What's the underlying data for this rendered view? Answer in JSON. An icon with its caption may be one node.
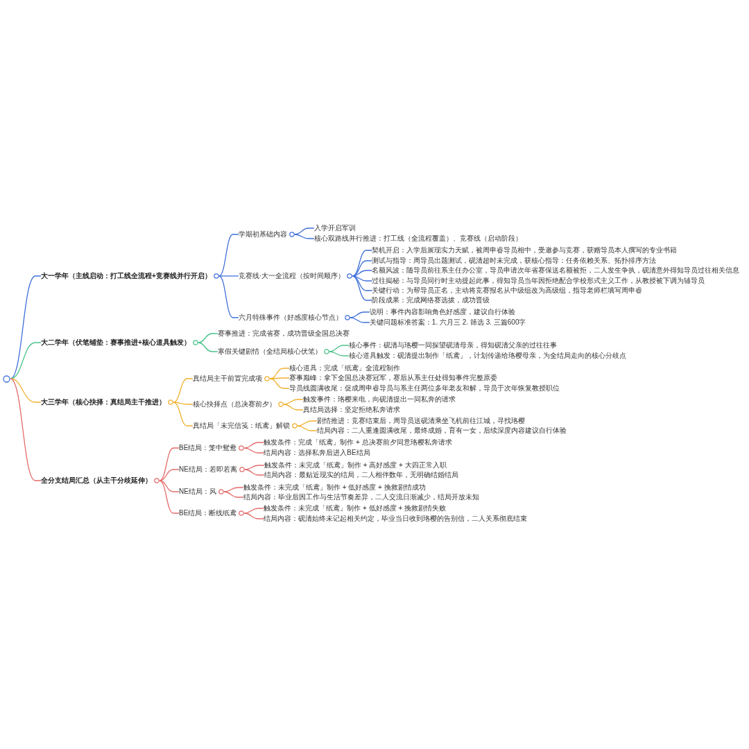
{
  "diagram": {
    "nodes": [
      {
        "text": [],
        "shape": "circle"
      },
      {
        "text": [
          "大一学年（主线启动：打工线全流程+竞赛线并行开启）"
        ]
      },
      {
        "text": [
          "学期初基础内容"
        ]
      },
      {
        "text": [
          "入学开启军训"
        ]
      },
      {
        "text": [
          "核心双路线并行推进：打工线（全流程覆盖）、竞赛线（启动阶段）"
        ]
      },
      {
        "text": [
          "竞赛线·大一全流程（按时间顺序）"
        ]
      },
      {
        "text": [
          "契机开启：入学后展现实力天赋，被周申睿导员相中，受邀参与竞赛，获赠导员本人撰写的专业书籍"
        ]
      },
      {
        "text": [
          "测试与指导：周导员出题测试，砚清超时未完成，获核心指导：任务依赖关系、拓扑排序方法"
        ]
      },
      {
        "text": [
          "名额风波：随导员前往系主任办公室，导员申请次年省赛保送名额被拒，二人发生争执，砚清意外得知导员过往相关信息"
        ]
      },
      {
        "text": [
          "过往揭秘：与导员同行时主动提起此事，得知导员当年因拒绝配合学校形式主义工作，从教授被下调为辅导员"
        ]
      },
      {
        "text": [
          "关键行动：为帮导员正名，主动将竞赛报名从中级组改为高级组，指导老师栏填写周申睿"
        ]
      },
      {
        "text": [
          "阶段成果：完成网络赛选拔，成功晋级"
        ]
      },
      {
        "text": [
          "六月特殊事件（好感度核心节点）"
        ]
      },
      {
        "text": [
          "说明：事件内容影响角色好感度，建议自行体验"
        ]
      },
      {
        "text": [
          "关键问题标准答案：1. 六月三 2. 筛选 3. 三篇600字"
        ]
      },
      {
        "text": [
          "大二学年（伏笔铺垫：赛事推进+核心道具触发）"
        ]
      },
      {
        "text": [
          "赛事推进：完成省赛，成功晋级全国总决赛"
        ]
      },
      {
        "text": [
          "寒假关键剧情（全结局核心伏笔）"
        ]
      },
      {
        "text": [
          "核心事件：砚清与珞樱一同探望砚清母亲，得知砚清父亲的过往往事"
        ]
      },
      {
        "text": [
          "核心道具触发：砚清提出制作「纸鸢」，计划传递给珞樱母亲，为全结局走向的核心分歧点"
        ]
      },
      {
        "text": [
          "大三学年（核心抉择：真结局主干推进）"
        ]
      },
      {
        "text": [
          "真结局主干前置完成项"
        ]
      },
      {
        "text": [
          "核心道具：完成「纸鸢」全流程制作"
        ]
      },
      {
        "text": [
          "赛事巅峰：拿下全国总决赛冠军，赛后从系主任处得知事件完整原委"
        ]
      },
      {
        "text": [
          "导员线圆满收尾：促成周申睿导员与系主任两位多年老友和解，导员于次年恢复教授职位"
        ]
      },
      {
        "text": [
          "核心抉择点（总决赛前夕）"
        ]
      },
      {
        "text": [
          "触发事件：珞樱来电，向砚清提出一同私奔的请求"
        ]
      },
      {
        "text": [
          "真结局选择：坚定拒绝私奔请求"
        ]
      },
      {
        "text": [
          "真结局「未完信笺：纸鸢」解锁"
        ]
      },
      {
        "text": [
          "剧情推进：竞赛结束后，周导员送砚清乘坐飞机前往江城，寻找珞樱"
        ]
      },
      {
        "text": [
          "结局内容：二人重逢圆满收尾，最终成婚，育有一女，后续深度内容建议自行体验"
        ]
      },
      {
        "text": [
          "全分支结局汇总（从主干分歧延伸）"
        ]
      },
      {
        "text": [
          "BE结局：笼中鸳鸯"
        ]
      },
      {
        "text": [
          "触发条件：完成「纸鸢」制作 + 总决赛前夕同意珞樱私奔请求"
        ]
      },
      {
        "text": [
          "结局内容：选择私奔后进入BE结局"
        ]
      },
      {
        "text": [
          "NE结局：若即若离"
        ]
      },
      {
        "text": [
          "触发条件：未完成「纸鸢」制作 + 高好感度 + 大四正常入职"
        ]
      },
      {
        "text": [
          "结局内容：最贴近现实的结局，二人相伴数年，无明确结婚结局"
        ]
      },
      {
        "text": [
          "NE结局：风"
        ]
      },
      {
        "text": [
          "触发条件：未完成「纸鸢」制作 + 低好感度 + 挽救剧情成功"
        ]
      },
      {
        "text": [
          "结局内容：毕业后因工作与生活节奏差异，二人交流日渐减少，结局开放未知"
        ]
      },
      {
        "text": [
          "BE结局：断线纸鸢"
        ]
      },
      {
        "text": [
          "触发条件：未完成「纸鸢」制作 + 低好感度 + 挽救剧情失败"
        ]
      },
      {
        "text": [
          "结局内容：砚清始终未记起相关约定，毕业当日收到珞樱的告别信，二人关系彻底结束"
        ]
      }
    ],
    "edges": [
      {
        "from": 0,
        "to": 1,
        "arrow": "none",
        "color": "#3f6fd9"
      },
      {
        "from": 1,
        "to": 2,
        "arrow": "none",
        "color": "#3f6fd9"
      },
      {
        "from": 1,
        "to": 5,
        "arrow": "none",
        "color": "#3f6fd9"
      },
      {
        "from": 1,
        "to": 12,
        "arrow": "none",
        "color": "#3f6fd9"
      },
      {
        "from": 2,
        "to": 3,
        "arrow": "none",
        "color": "#3f6fd9"
      },
      {
        "from": 2,
        "to": 4,
        "arrow": "none",
        "color": "#3f6fd9"
      },
      {
        "from": 5,
        "to": 6,
        "arrow": "none",
        "color": "#3f6fd9"
      },
      {
        "from": 5,
        "to": 7,
        "arrow": "none",
        "color": "#3f6fd9"
      },
      {
        "from": 5,
        "to": 8,
        "arrow": "none",
        "color": "#3f6fd9"
      },
      {
        "from": 5,
        "to": 9,
        "arrow": "none",
        "color": "#3f6fd9"
      },
      {
        "from": 5,
        "to": 10,
        "arrow": "none",
        "color": "#3f6fd9"
      },
      {
        "from": 5,
        "to": 11,
        "arrow": "none",
        "color": "#3f6fd9"
      },
      {
        "from": 12,
        "to": 13,
        "arrow": "none",
        "color": "#3f6fd9"
      },
      {
        "from": 12,
        "to": 14,
        "arrow": "none",
        "color": "#3f6fd9"
      },
      {
        "from": 0,
        "to": 15,
        "arrow": "none",
        "color": "#4cc38a"
      },
      {
        "from": 15,
        "to": 16,
        "arrow": "none",
        "color": "#4cc38a"
      },
      {
        "from": 15,
        "to": 17,
        "arrow": "none",
        "color": "#4cc38a"
      },
      {
        "from": 17,
        "to": 18,
        "arrow": "none",
        "color": "#4cc38a"
      },
      {
        "from": 17,
        "to": 19,
        "arrow": "none",
        "color": "#4cc38a"
      },
      {
        "from": 0,
        "to": 20,
        "arrow": "none",
        "color": "#f0b02e"
      },
      {
        "from": 20,
        "to": 21,
        "arrow": "none",
        "color": "#f0b02e"
      },
      {
        "from": 20,
        "to": 25,
        "arrow": "none",
        "color": "#f0b02e"
      },
      {
        "from": 20,
        "to": 28,
        "arrow": "none",
        "color": "#f0b02e"
      },
      {
        "from": 21,
        "to": 22,
        "arrow": "none",
        "color": "#f0b02e"
      },
      {
        "from": 21,
        "to": 23,
        "arrow": "none",
        "color": "#f0b02e"
      },
      {
        "from": 21,
        "to": 24,
        "arrow": "none",
        "color": "#f0b02e"
      },
      {
        "from": 25,
        "to": 26,
        "arrow": "none",
        "color": "#f0b02e"
      },
      {
        "from": 25,
        "to": 27,
        "arrow": "none",
        "color": "#f0b02e"
      },
      {
        "from": 28,
        "to": 29,
        "arrow": "none",
        "color": "#f0b02e"
      },
      {
        "from": 28,
        "to": 30,
        "arrow": "none",
        "color": "#f0b02e"
      },
      {
        "from": 0,
        "to": 31,
        "arrow": "none",
        "color": "#e36a6a"
      },
      {
        "from": 31,
        "to": 32,
        "arrow": "none",
        "color": "#e36a6a"
      },
      {
        "from": 31,
        "to": 35,
        "arrow": "none",
        "color": "#e36a6a"
      },
      {
        "from": 31,
        "to": 38,
        "arrow": "none",
        "color": "#e36a6a"
      },
      {
        "from": 31,
        "to": 41,
        "arrow": "none",
        "color": "#e36a6a"
      },
      {
        "from": 32,
        "to": 33,
        "arrow": "none",
        "color": "#e36a6a"
      },
      {
        "from": 32,
        "to": 34,
        "arrow": "none",
        "color": "#e36a6a"
      },
      {
        "from": 35,
        "to": 36,
        "arrow": "none",
        "color": "#e36a6a"
      },
      {
        "from": 35,
        "to": 37,
        "arrow": "none",
        "color": "#e36a6a"
      },
      {
        "from": 38,
        "to": 39,
        "arrow": "none",
        "color": "#e36a6a"
      },
      {
        "from": 38,
        "to": 40,
        "arrow": "none",
        "color": "#e36a6a"
      },
      {
        "from": 41,
        "to": 42,
        "arrow": "none",
        "color": "#e36a6a"
      },
      {
        "from": 41,
        "to": 43,
        "arrow": "none",
        "color": "#e36a6a"
      }
    ]
  }
}
